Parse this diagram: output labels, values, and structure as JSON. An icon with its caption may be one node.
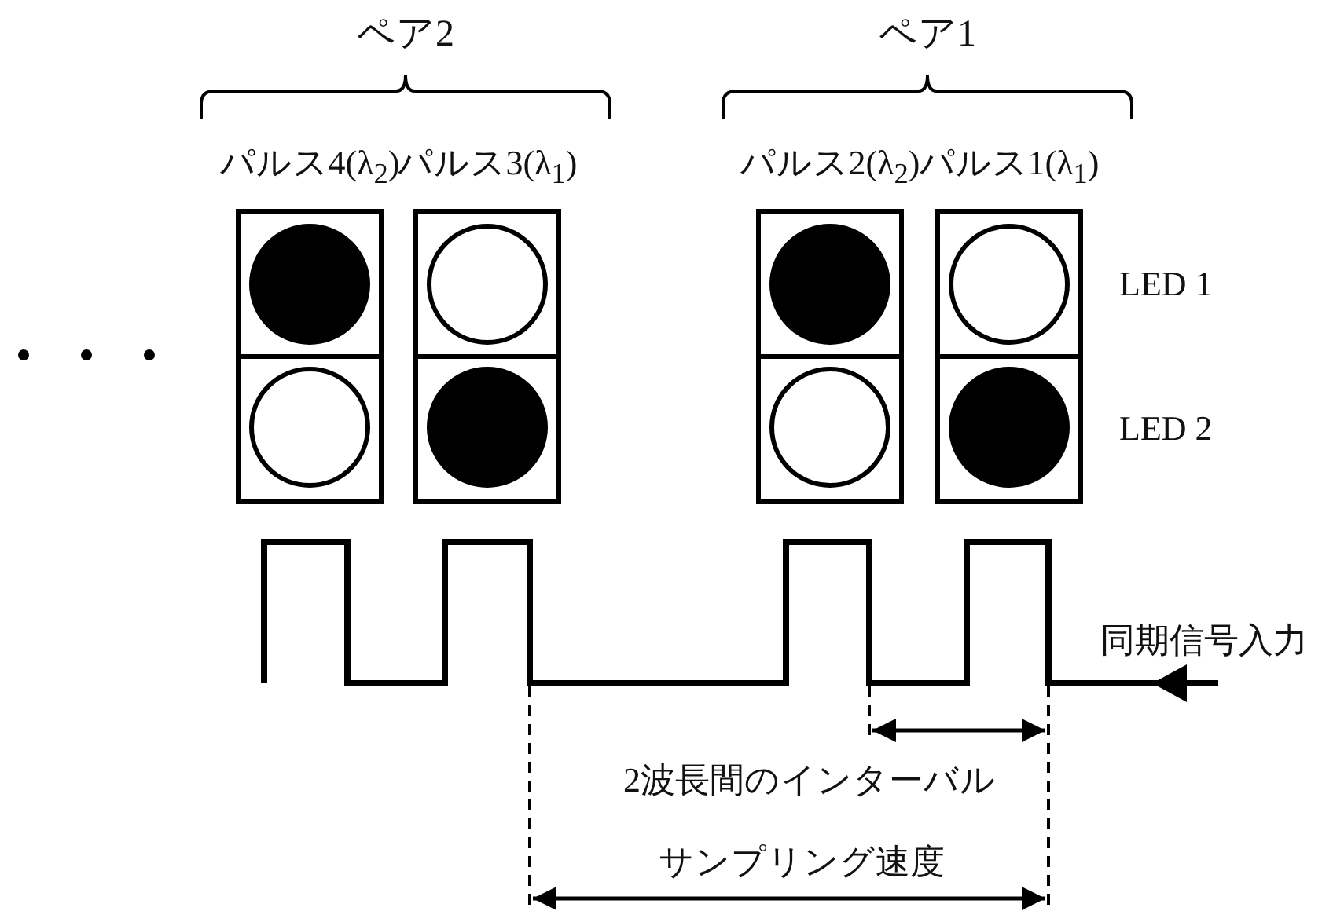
{
  "diagram": {
    "nodes": [
      {
        "text": [
          "パルス4(λ$_{2}$)"
        ]
      },
      {
        "text": [
          "パルス3(λ$_{1}$)"
        ]
      },
      {
        "text": [
          "パルス2(λ$_{2}$)"
        ]
      },
      {
        "text": [
          "パルス1(λ$_{1}$)"
        ]
      }
    ],
    "labels": [
      "ペア2",
      "ペア1",
      "LED 1",
      "LED 2",
      "同期信号入力",
      "2波長間のインターバル",
      "サンプリング速度"
    ]
  }
}
